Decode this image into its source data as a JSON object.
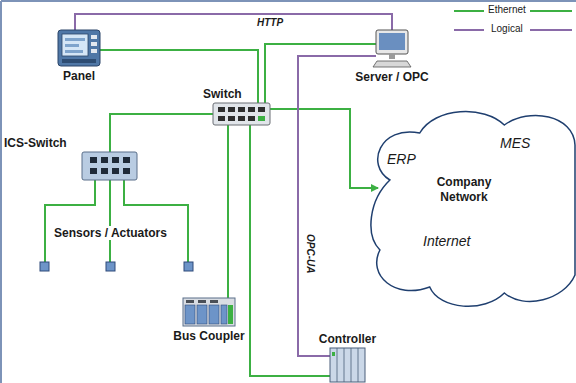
{
  "diagram": {
    "nodes": [
      {
        "text": [
          "Panel"
        ]
      },
      {
        "text": [
          "Switch"
        ]
      },
      {
        "text": [
          "Server / OPC"
        ]
      },
      {
        "text": [
          "ICS-Switch"
        ]
      },
      {
        "text": [
          "MES",
          "ERP",
          "Company Network",
          "Internet"
        ]
      },
      {
        "text": [
          "Bus Coupler"
        ]
      },
      {
        "text": [
          "Controller"
        ]
      }
    ],
    "edges": [
      {
        "from": 0,
        "to": 2,
        "label": "HTTP",
        "arrow": "none"
      },
      {
        "from": 0,
        "to": 1,
        "arrow": "none"
      },
      {
        "from": 1,
        "to": 2,
        "arrow": "none"
      },
      {
        "from": 1,
        "to": 3,
        "arrow": "none"
      },
      {
        "from": 1,
        "to": 4,
        "arrow": "to"
      },
      {
        "from": 1,
        "to": 5,
        "arrow": "none"
      },
      {
        "from": 1,
        "to": 6,
        "arrow": "none"
      },
      {
        "from": 2,
        "to": 6,
        "label": "OPC-UA",
        "arrow": "none"
      }
    ],
    "labels": [
      "Sensors / Actuators"
    ],
    "legend": [
      {
        "text": "Ethernet"
      },
      {
        "text": "Logical"
      }
    ]
  }
}
